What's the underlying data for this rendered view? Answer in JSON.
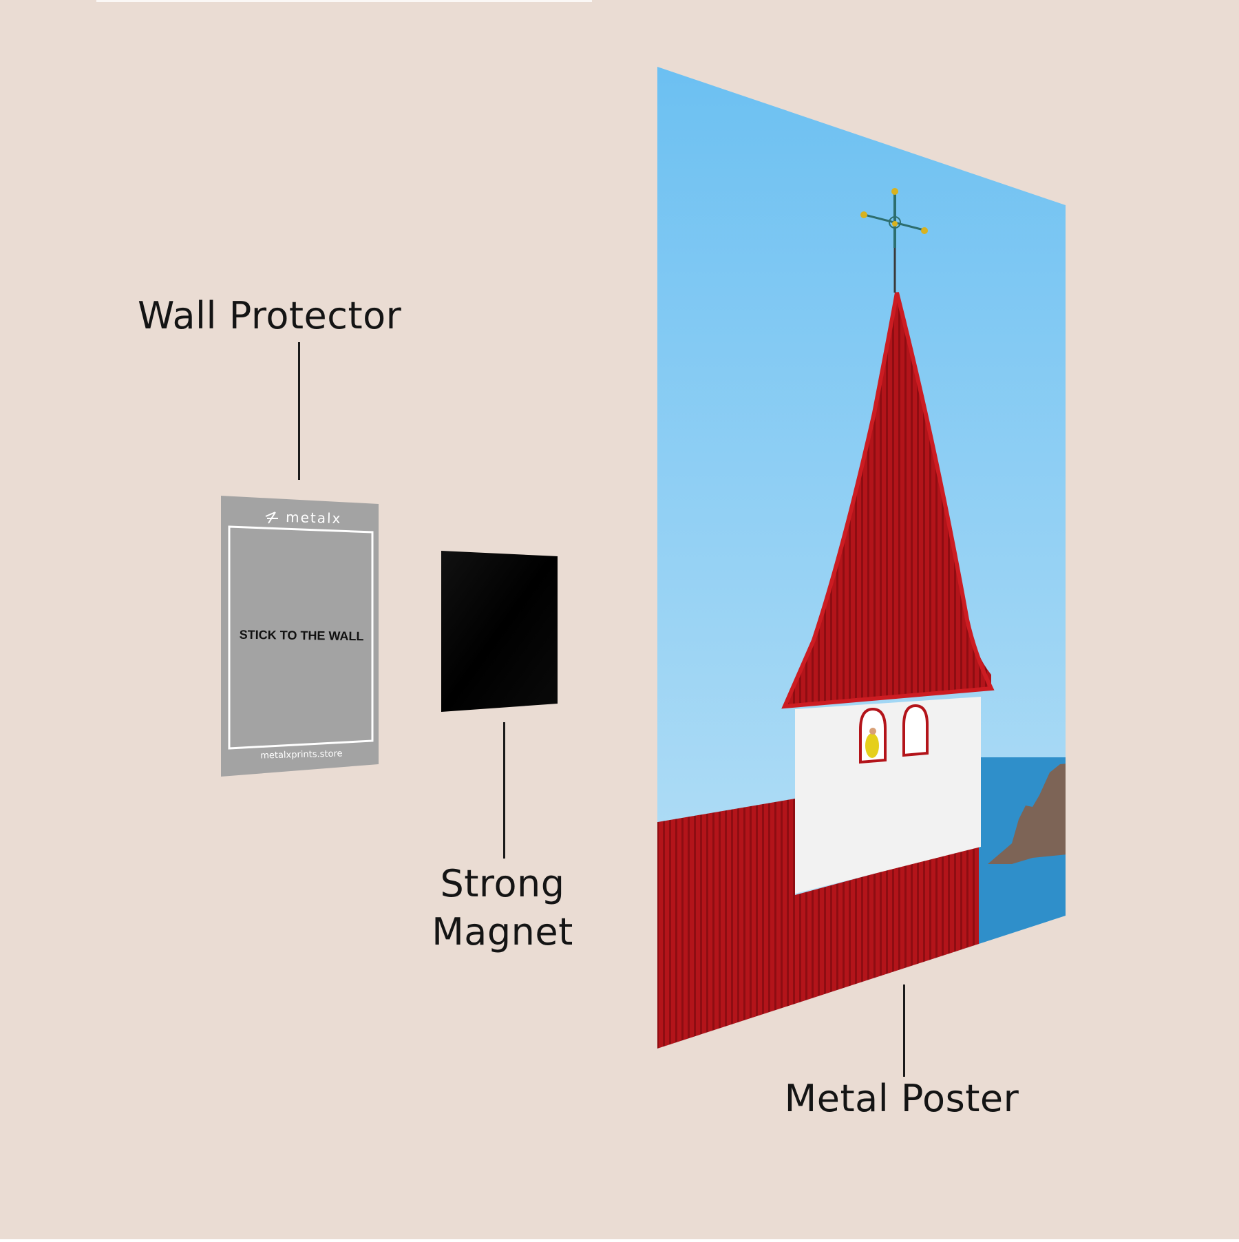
{
  "colors": {
    "background": "#eadcd3",
    "label_text": "#141414",
    "protector_gray": "#a3a3a3",
    "magnet_black": "#050505",
    "sky_top": "#6cc0f2",
    "sky_bottom": "#bfe3f6",
    "roof_red": "#b3141a",
    "tower_white": "#f2f2f2",
    "sea_blue": "#2f8fca",
    "rock_brown": "#7d6456",
    "cross_gold": "#d8b21f"
  },
  "labels": {
    "wall_protector": "Wall Protector",
    "strong_magnet_line1": "Strong",
    "strong_magnet_line2": "Magnet",
    "metal_poster": "Metal Poster"
  },
  "wall_protector": {
    "brand": "metalx",
    "brand_icon": "metalx-logo-icon",
    "instruction": "STICK TO THE WALL",
    "website": "metalxprints.store"
  },
  "metal_poster": {
    "subject": "church-spire-photo"
  }
}
